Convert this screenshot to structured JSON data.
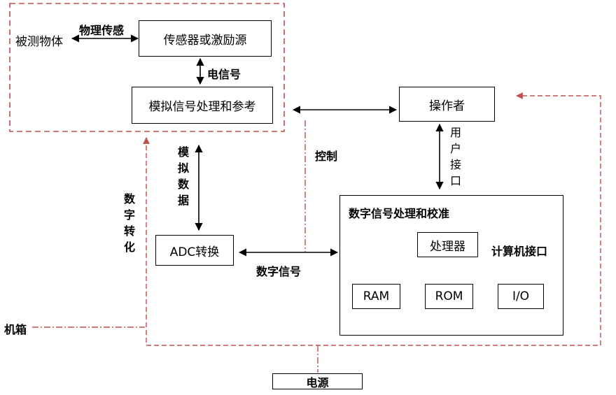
{
  "nodes": {
    "measured_object": "被测物体",
    "sensor": "传感器或激励源",
    "analog_processing": "模拟信号处理和参考",
    "operator": "操作者",
    "adc": "ADC转换",
    "dsp_block_title": "数字信号处理和校准",
    "processor": "处理器",
    "ram": "RAM",
    "rom": "ROM",
    "io": "I/O",
    "computer_interface": "计算机接口",
    "power": "电源"
  },
  "edge_labels": {
    "physical_sensing": "物理传感",
    "electrical_signal": "电信号",
    "analog_data": "模拟数据",
    "control": "控制",
    "user_interface": "用户接口",
    "digital_signal": "数字信号",
    "digital_conversion": "数字转化",
    "chassis": "机箱"
  },
  "colors": {
    "dashed_red": "#c0504d",
    "line": "#000000"
  }
}
